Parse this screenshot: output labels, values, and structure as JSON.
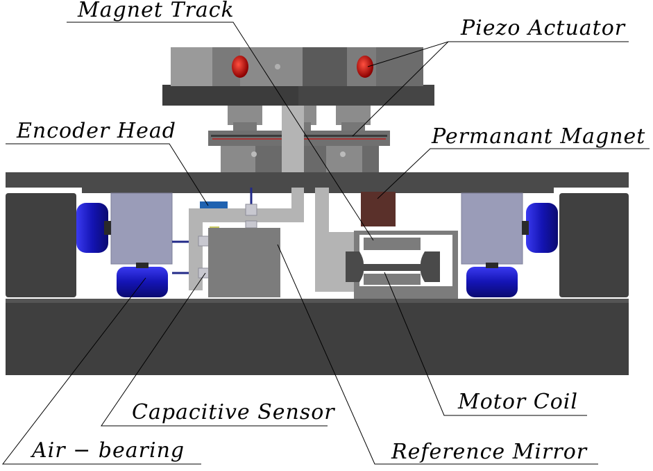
{
  "labels": {
    "magnet_track": "Magnet Track",
    "piezo_actuator": "Piezo Actuator",
    "encoder_head": "Encoder Head",
    "permanent_magnet": "Permanant Magnet",
    "motor_coil": "Motor Coil",
    "capacitive_sensor": "Capacitive Sensor",
    "air_bearing": "Air − bearing",
    "reference_mirror": "Reference Mirror"
  },
  "colors": {
    "base": "#3f3f3f",
    "stage_plate": "#4a4a4a",
    "side_block": "#404040",
    "bearing_pad": "#9a9cb8",
    "bearing_knob": "#1a1ab8",
    "piezo_red": "#c81010",
    "light_metal": "#b4b4b4",
    "mid_metal": "#7c7c7c",
    "magnet": "#5a302a",
    "encoder": "#1f62b0"
  }
}
